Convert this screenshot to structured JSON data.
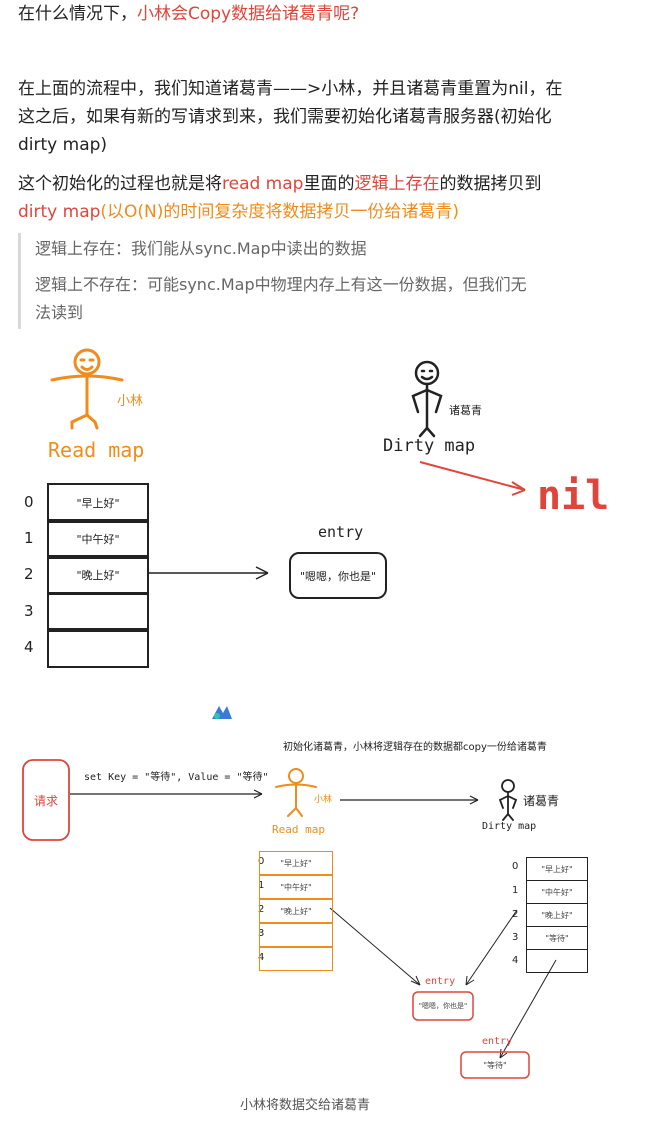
{
  "heading": {
    "part1": "在什么情况下，",
    "part2": "小林会Copy数据给诸葛青呢?"
  },
  "para1": {
    "line1": "在上面的流程中，我们知道诸葛青——>小林，并且诸葛青重置为nil，在",
    "line2": "这之后，如果有新的写请求到来，我们需要初始化诸葛青服务器(初始化",
    "line3": "dirty map)"
  },
  "para2": {
    "t1": "这个初始化的过程也就是将",
    "t2": "read map",
    "t3": "里面的",
    "t4": "逻辑上存在",
    "t5": "的数据拷贝到",
    "t6": "dirty map",
    "t7": "(以O(N)的时间复杂度将数据拷贝一份给诸葛青)"
  },
  "quote": {
    "line1": "逻辑上存在：我们能从sync.Map中读出的数据",
    "line2": "逻辑上不存在：可能sync.Map中物理内存上有这一份数据，但我们无",
    "line3": "法读到"
  },
  "figure1": {
    "xiaolin": "小林",
    "read_map": "Read map",
    "zhugeqing": "诸葛青",
    "dirty_map": "Dirty map",
    "nil": "nil",
    "entry": "entry",
    "entry_value": "\"嗯嗯，你也是\"",
    "indices": [
      "0",
      "1",
      "2",
      "3",
      "4"
    ],
    "cells": [
      "\"早上好\"",
      "\"中午好\"",
      "\"晚上好\"",
      "",
      ""
    ]
  },
  "figure2": {
    "title": "初始化诸葛青，小林将逻辑存在的数据都copy一份给诸葛青",
    "request": "请求",
    "set_text": "set Key = \"等待\", Value = \"等待\"",
    "xiaolin": "小林",
    "read_map": "Read map",
    "zhugeqing": "诸葛青",
    "dirty_map": "Dirty map",
    "indices": [
      "0",
      "1",
      "2",
      "3",
      "4"
    ],
    "read_cells": [
      "\"早上好\"",
      "\"中午好\"",
      "\"晚上好\"",
      "",
      ""
    ],
    "dirty_cells": [
      "\"早上好\"",
      "\"中午好\"",
      "\"晚上好\"",
      "\"等待\"",
      ""
    ],
    "entry1_label": "entry",
    "entry1_value": "\"嗯嗯，你也是\"",
    "entry2_label": "entry",
    "entry2_value": "\"等待\""
  },
  "caption": "小林将数据交给诸葛青",
  "colors": {
    "red": "#e0453b",
    "orange": "#f08c1b",
    "blue": "#3a7bd5"
  }
}
